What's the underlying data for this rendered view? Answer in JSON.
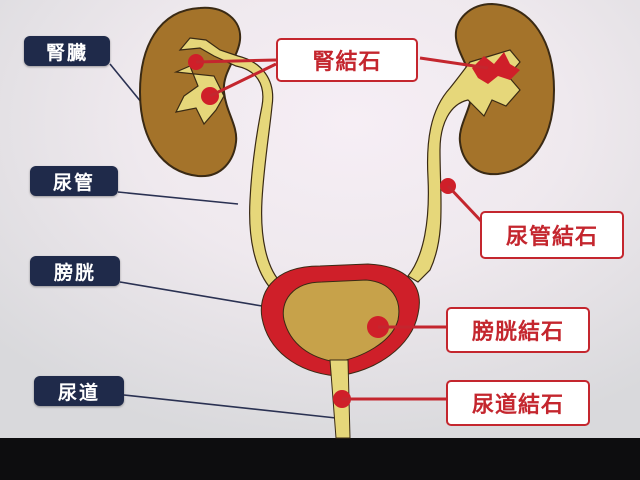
{
  "colors": {
    "background": "#0d0d0f",
    "label_navy": "#1f2a4a",
    "stone_red": "#c4262e",
    "kidney_brown": "#a4732a",
    "urinary_yellow": "#e6d77a",
    "bladder_wall_red": "#cf1f29"
  },
  "organ_labels": {
    "kidney": "腎臓",
    "ureter": "尿管",
    "bladder": "膀胱",
    "urethra": "尿道"
  },
  "stone_labels": {
    "kidney_stone": "腎結石",
    "ureter_stone": "尿管結石",
    "bladder_stone": "膀胱結石",
    "urethra_stone": "尿道結石"
  }
}
